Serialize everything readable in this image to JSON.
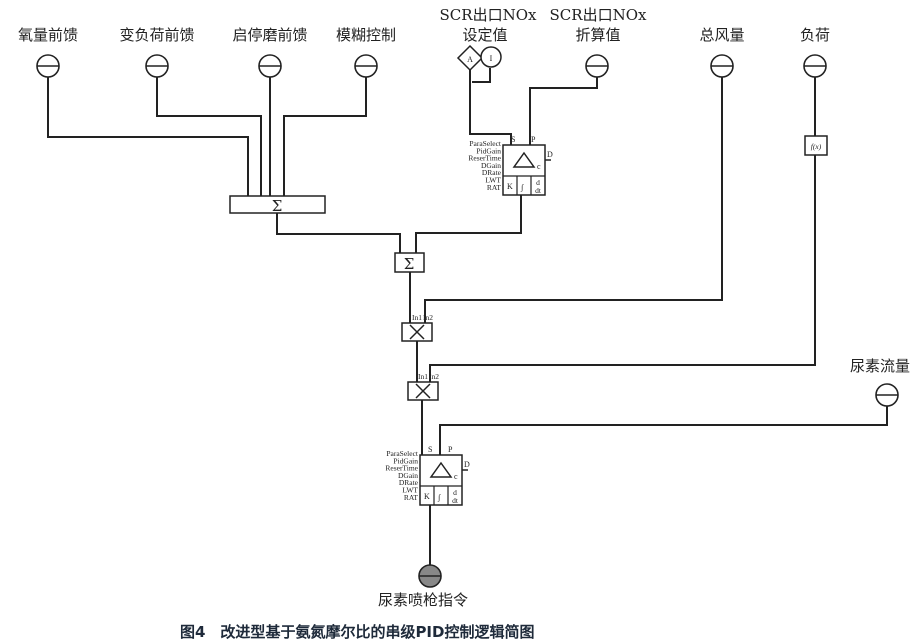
{
  "inputs": {
    "o2_feedforward": "氧量前馈",
    "load_change_feedforward": "变负荷前馈",
    "mill_startstop_feedforward": "启停磨前馈",
    "fuzzy_control": "模糊控制",
    "scr_nox_setpoint_line1": "SCR出口NOx",
    "scr_nox_setpoint_line2": "设定值",
    "scr_nox_converted_line1": "SCR出口NOx",
    "scr_nox_converted_line2": "折算值",
    "total_air": "总风量",
    "load": "负荷",
    "urea_flow": "尿素流量"
  },
  "output": {
    "urea_gun_command": "尿素喷枪指令"
  },
  "setpoint_node": {
    "a": "A",
    "i": "I"
  },
  "blocks": {
    "sum": "Σ",
    "fx": "f(x)",
    "mult_in1": "In1",
    "mult_in2": "In2",
    "pid": {
      "ports": [
        "ParaSelect",
        "PidGain",
        "ReserTime",
        "DGain",
        "DRate",
        "LWT",
        "RAT"
      ],
      "s": "S",
      "p": "P",
      "d": "D",
      "c": "c",
      "k": "K",
      "integral": "∫",
      "deriv_num": "d",
      "deriv_den": "dt"
    }
  },
  "caption": "图4　改进型基于氨氮摩尔比的串级PID控制逻辑简图"
}
